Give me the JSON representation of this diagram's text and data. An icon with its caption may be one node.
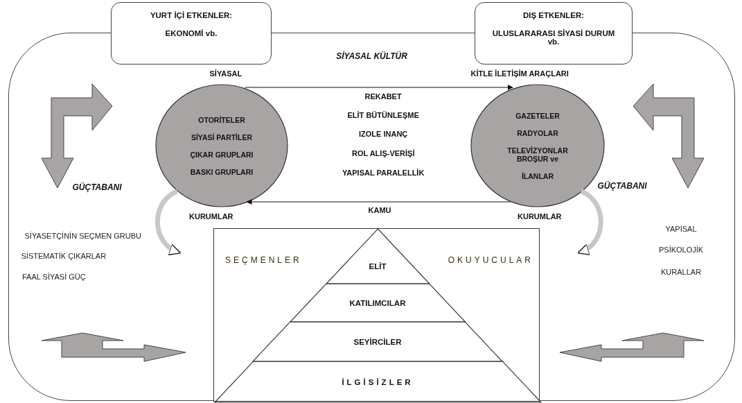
{
  "diagram": {
    "nodes": [
      {
        "text": [
          "SİYASAL KÜLTÜR"
        ]
      },
      {
        "text": [
          "YURT İÇİ ETKENLER:",
          "EKONOMİ vb."
        ]
      },
      {
        "text": [
          "DIŞ ETKENLER:",
          "ULUSLARARASI SİYASİ DURUM vb."
        ]
      },
      {
        "text": [
          "OTORİTELER",
          "SİYASİ PARTİLER",
          "ÇIKAR GRUPLARI",
          "BASKI GRUPLARI"
        ],
        "beside": [
          "SİYASAL",
          "KURUMLAR"
        ],
        "in": 0
      },
      {
        "text": [
          "GAZETELER",
          "RADYOLAR",
          "TELEVİZYONLAR BROŞUR ve",
          "İLANLAR"
        ],
        "beside": [
          "KİTLE İLETİŞİM ARAÇLARI",
          "KURUMLAR"
        ],
        "in": 0
      },
      {
        "text": [
          "SEÇMENLER",
          "OKUYUCULAR"
        ],
        "beside": [
          "KAMU"
        ],
        "in": 0
      },
      {
        "text": [
          "ELİT"
        ],
        "in": 5
      },
      {
        "text": [
          "KATILIMCILAR"
        ],
        "in": 5
      },
      {
        "text": [
          "SEYİRCİLER"
        ],
        "in": 5
      },
      {
        "text": [
          "İLGİSİZLER"
        ],
        "in": 5
      }
    ],
    "edges": [
      {
        "from": 3,
        "to": 4,
        "arrow": "to"
      },
      {
        "from": 4,
        "to": 3,
        "arrow": "to"
      },
      {
        "from": 3,
        "to": null,
        "arrow": "to",
        "style": "thick",
        "color": "#c8c8c8"
      },
      {
        "from": 4,
        "to": null,
        "arrow": "to",
        "style": "thick",
        "color": "#c8c8c8"
      }
    ],
    "labels": [
      "REKABET",
      "ELİT BÜTÜNLEŞME",
      "IZOLE INANÇ",
      "ROL ALIŞ-VERİŞİ",
      "YAPISAL PARALELLİK",
      "GÜÇTABANI",
      "GÜÇTABANI",
      "SİYASETÇİNİN SEÇMEN GRUBU",
      "YAPISAL",
      "PSİKOLOJİK",
      "SİSTEMATİK ÇIKARLAR",
      "KURALLAR",
      "FAAL SİYASİ GÜÇ"
    ]
  }
}
